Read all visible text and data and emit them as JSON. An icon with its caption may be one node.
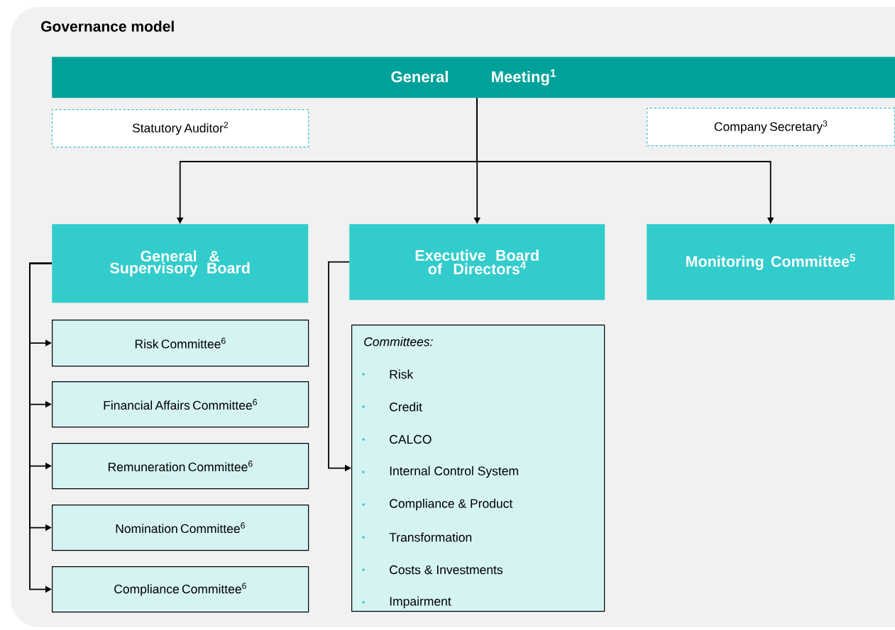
{
  "diagram": {
    "title": "Governance model",
    "nodes": [
      {
        "text": [
          "General Meeting$^{1}$"
        ]
      },
      {
        "text": [
          "Statutory Auditor$^{2}$"
        ]
      },
      {
        "text": [
          "Company Secretary$^{3}$"
        ]
      },
      {
        "text": [
          "General & Supervisory Board"
        ]
      },
      {
        "text": [
          "Executive Board of Directors$^{4}$"
        ]
      },
      {
        "text": [
          "Monitoring Committee$^{5}$"
        ]
      },
      {
        "text": [
          "Risk Committee$^{6}$"
        ]
      },
      {
        "text": [
          "Financial Affairs Committee$^{6}$"
        ]
      },
      {
        "text": [
          "Remuneration Committee$^{6}$"
        ]
      },
      {
        "text": [
          "Nomination Committee$^{6}$"
        ]
      },
      {
        "text": [
          "Compliance Committee$^{6}$"
        ]
      },
      {
        "text": [
          "Committees:",
          "Risk",
          "Credit",
          "CALCO",
          "Internal Control System",
          "Compliance & Product",
          "Transformation",
          "Costs & Investments",
          "Impairment"
        ]
      }
    ],
    "edges": [
      {
        "from": 0,
        "to": 3,
        "arrow": "to"
      },
      {
        "from": 0,
        "to": 4,
        "arrow": "to"
      },
      {
        "from": 0,
        "to": 5,
        "arrow": "to"
      },
      {
        "from": 3,
        "to": 6,
        "arrow": "to"
      },
      {
        "from": 3,
        "to": 7,
        "arrow": "to"
      },
      {
        "from": 3,
        "to": 8,
        "arrow": "to"
      },
      {
        "from": 3,
        "to": 9,
        "arrow": "to"
      },
      {
        "from": 3,
        "to": 10,
        "arrow": "to"
      },
      {
        "from": 4,
        "to": 11,
        "arrow": "to"
      }
    ]
  }
}
